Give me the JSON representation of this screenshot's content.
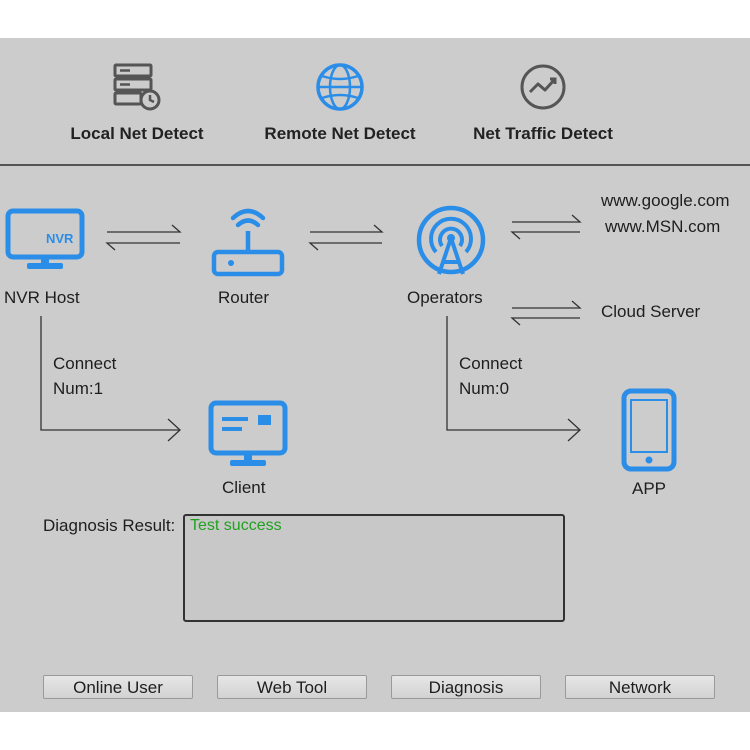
{
  "tabs": [
    {
      "label": "Local Net Detect",
      "icon": "server-icon"
    },
    {
      "label": "Remote Net Detect",
      "icon": "globe-icon"
    },
    {
      "label": "Net Traffic Detect",
      "icon": "traffic-icon"
    }
  ],
  "topology": {
    "nvr_host": "NVR Host",
    "nvr_badge": "NVR",
    "router": "Router",
    "operators": "Operators",
    "client": "Client",
    "app": "APP",
    "site1": "www.google.com",
    "site2": "www.MSN.com",
    "cloud": "Cloud Server",
    "client_connect_label": "Connect",
    "client_connect_num": "Num:1",
    "app_connect_label": "Connect",
    "app_connect_num": "Num:0"
  },
  "diagnosis": {
    "label": "Diagnosis Result:",
    "result": "Test success"
  },
  "buttons": {
    "online_user": "Online User",
    "web_tool": "Web Tool",
    "diagnosis": "Diagnosis",
    "network": "Network"
  },
  "colors": {
    "icon_blue": "#2a8de8",
    "success_green": "#1fa21f",
    "panel_bg": "#cccccc"
  }
}
